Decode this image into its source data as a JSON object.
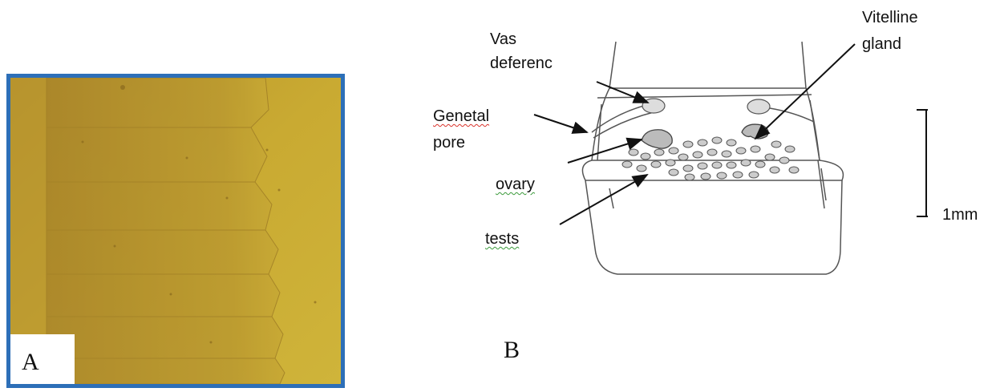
{
  "panel_a": {
    "letter": "A"
  },
  "panel_b": {
    "letter": "B",
    "labels": {
      "vas_line1": "Vas",
      "vas_line2": "deferenc",
      "vitelline_line1": "Vitelline",
      "vitelline_line2": "gland",
      "genetal_line1": "Genetal",
      "genetal_line2": "pore",
      "ovary": "ovary",
      "tests": "tests"
    },
    "scale_bar": "1mm"
  },
  "colors": {
    "frame_blue": "#2d6fb8",
    "specimen_yellow": "#c9a52e",
    "spellcheck_red": "#d9322a",
    "spellcheck_green": "#3b9a3b"
  }
}
